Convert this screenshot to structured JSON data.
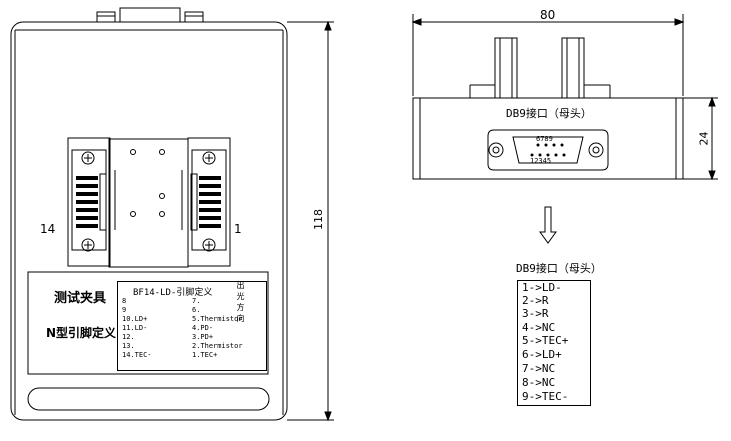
{
  "left_view": {
    "dimension_label": "118",
    "socket_left_label": "14",
    "socket_right_label": "1",
    "fixture_title": "测试夹具",
    "fixture_subtitle": "N型引脚定义",
    "legend_title": "BF14-LD-引脚定义",
    "legend_left": [
      "8",
      "9",
      "10.LD+",
      "11.LD-",
      "12.",
      "13.",
      "14.TEC-"
    ],
    "legend_right": [
      "7.",
      "6.",
      "5.Thermistor",
      "4.PD-",
      "3.PD+",
      "2.Thermistor",
      "1.TEC+"
    ],
    "direction_chars": [
      "出",
      "光",
      "方",
      "向"
    ]
  },
  "right_view": {
    "width_label": "80",
    "height_label": "24",
    "connector_title": "DB9接口（母头）",
    "top_pins": "6789",
    "bottom_pins": "12345",
    "pinout_title": "DB9接口（母头）",
    "pinout": [
      "1->LD-",
      "2->R",
      "3->R",
      "4->NC",
      "5->TEC+",
      "6->LD+",
      "7->NC",
      "8->NC",
      "9->TEC-"
    ]
  }
}
